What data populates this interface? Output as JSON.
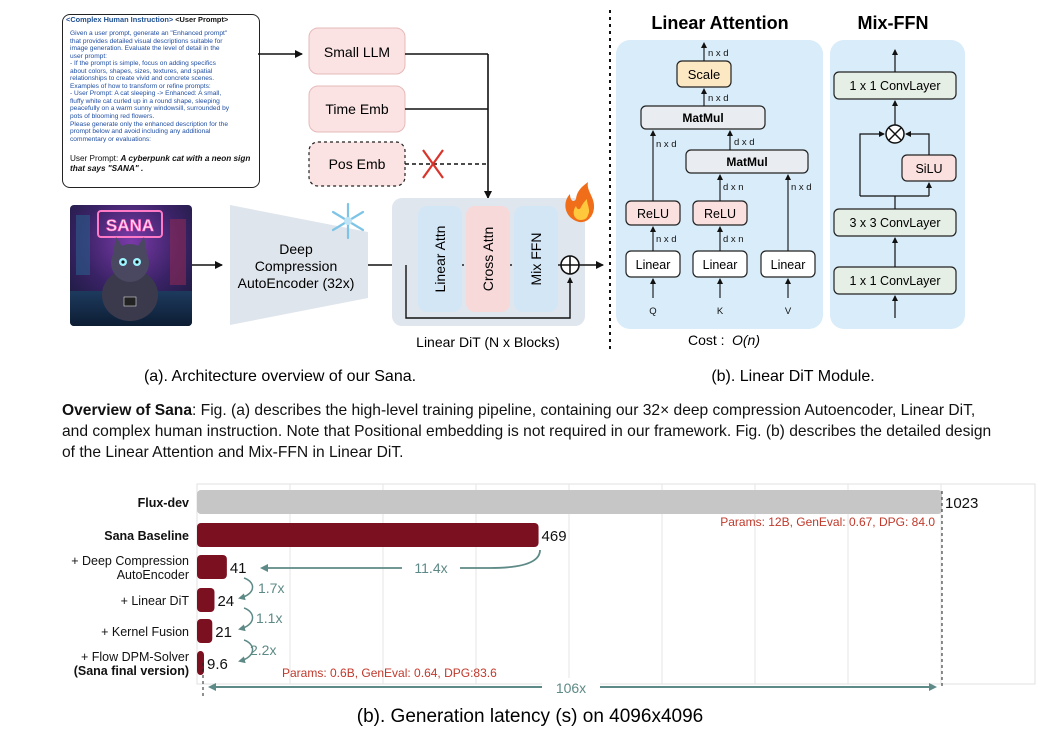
{
  "prompt_box": {
    "header_title": "<Complex Human Instruction>",
    "header_sub": " <User Prompt>",
    "lines": [
      "Given a user prompt, generate an \"Enhanced prompt\"",
      "that provides detailed visual descriptions suitable for",
      "image generation. Evaluate the level of detail in the",
      "user prompt:",
      "- If the prompt is simple, focus on adding specifics",
      "about colors, shapes, sizes, textures, and spatial",
      "relationships to create vivid and concrete scenes.",
      "Examples of how to transform or refine prompts:",
      "- User Prompt: A cat sleeping -> Enhanced: A small,",
      "fluffy white cat curled up in a round shape, sleeping",
      "peacefully on a warm sunny windowsill, surrounded by",
      "pots of blooming red flowers.",
      "Please generate only the enhanced description for the",
      "prompt below and avoid including any additional",
      "commentary or evaluations:"
    ],
    "user_prompt_label": "User Prompt: ",
    "user_prompt_text": "A cyberpunk cat with a neon sign that says \"SANA\" ."
  },
  "architecture": {
    "small_llm": "Small LLM",
    "time_emb": "Time Emb",
    "pos_emb": "Pos Emb",
    "encoder_line1": "Deep",
    "encoder_line2": "Compression",
    "encoder_line3": "AutoEncoder (32x)",
    "block_linear_attn": "Linear Attn",
    "block_cross_attn": "Cross Attn",
    "block_mix_ffn": "Mix FFN",
    "dit_label": "Linear DiT (N x Blocks)",
    "image_sign_text": "SANA",
    "caption": "(a). Architecture overview of our Sana."
  },
  "module": {
    "linear_attention_title": "Linear Attention",
    "mix_ffn_title": "Mix-FFN",
    "scale": "Scale",
    "matmul": "MatMul",
    "relu": "ReLU",
    "linear": "Linear",
    "dim_nxd": "n x d",
    "dim_dxd": "d x d",
    "dim_dxn": "d x n",
    "q": "Q",
    "k": "K",
    "v": "V",
    "cost_label": "Cost : ",
    "cost_value": "O(n)",
    "conv1x1": "1 x 1 ConvLayer",
    "conv3x3": "3 x 3 ConvLayer",
    "silu": "SiLU",
    "caption": "(b). Linear DiT Module."
  },
  "overview": {
    "title": "Overview of Sana",
    "text": ": Fig. (a) describes the high-level training pipeline, containing our 32× deep compression Autoencoder, Linear DiT, and complex human instruction. Note that Positional embedding is not required in our framework. Fig. (b) describes the detailed design of the Linear Attention and Mix-FFN in Linear DiT."
  },
  "chart_data": {
    "type": "bar",
    "orientation": "horizontal",
    "title": "(b). Generation latency (s) on 4096x4096",
    "categories": [
      "Flux-dev",
      "Sana Baseline",
      "+ Deep Compression AutoEncoder",
      "+ Linear DiT",
      "+ Kernel Fusion",
      "+ Flow DPM-Solver (Sana final version)"
    ],
    "values": [
      1023,
      469,
      41,
      24,
      21,
      9.6
    ],
    "value_labels": [
      "1023",
      "469",
      "41",
      "24",
      "21",
      "9.6"
    ],
    "category_lines": [
      [
        "Flux-dev"
      ],
      [
        "Sana Baseline"
      ],
      [
        "+ Deep Compression",
        "AutoEncoder"
      ],
      [
        "+ Linear DiT"
      ],
      [
        "+ Kernel Fusion"
      ],
      [
        "+ Flow DPM-Solver",
        "(Sana final version)"
      ]
    ],
    "bold_lines": [
      "Flux-dev",
      "Sana Baseline",
      "(Sana final version)"
    ],
    "colors": {
      "flux": "#c6c6c6",
      "sana": "#7b1021",
      "speedup": "#5d8a86",
      "note": "#c0392b"
    },
    "xlim": [
      0,
      1023
    ],
    "grid": true,
    "annotations": {
      "flux_params": "Params: 12B, GenEval: 0.67, DPG: 84.0",
      "sana_params": "Params: 0.6B, GenEval: 0.64, DPG:83.6",
      "speedups": [
        "11.4x",
        "1.7x",
        "1.1x",
        "2.2x"
      ],
      "total_speedup": "106x"
    }
  }
}
